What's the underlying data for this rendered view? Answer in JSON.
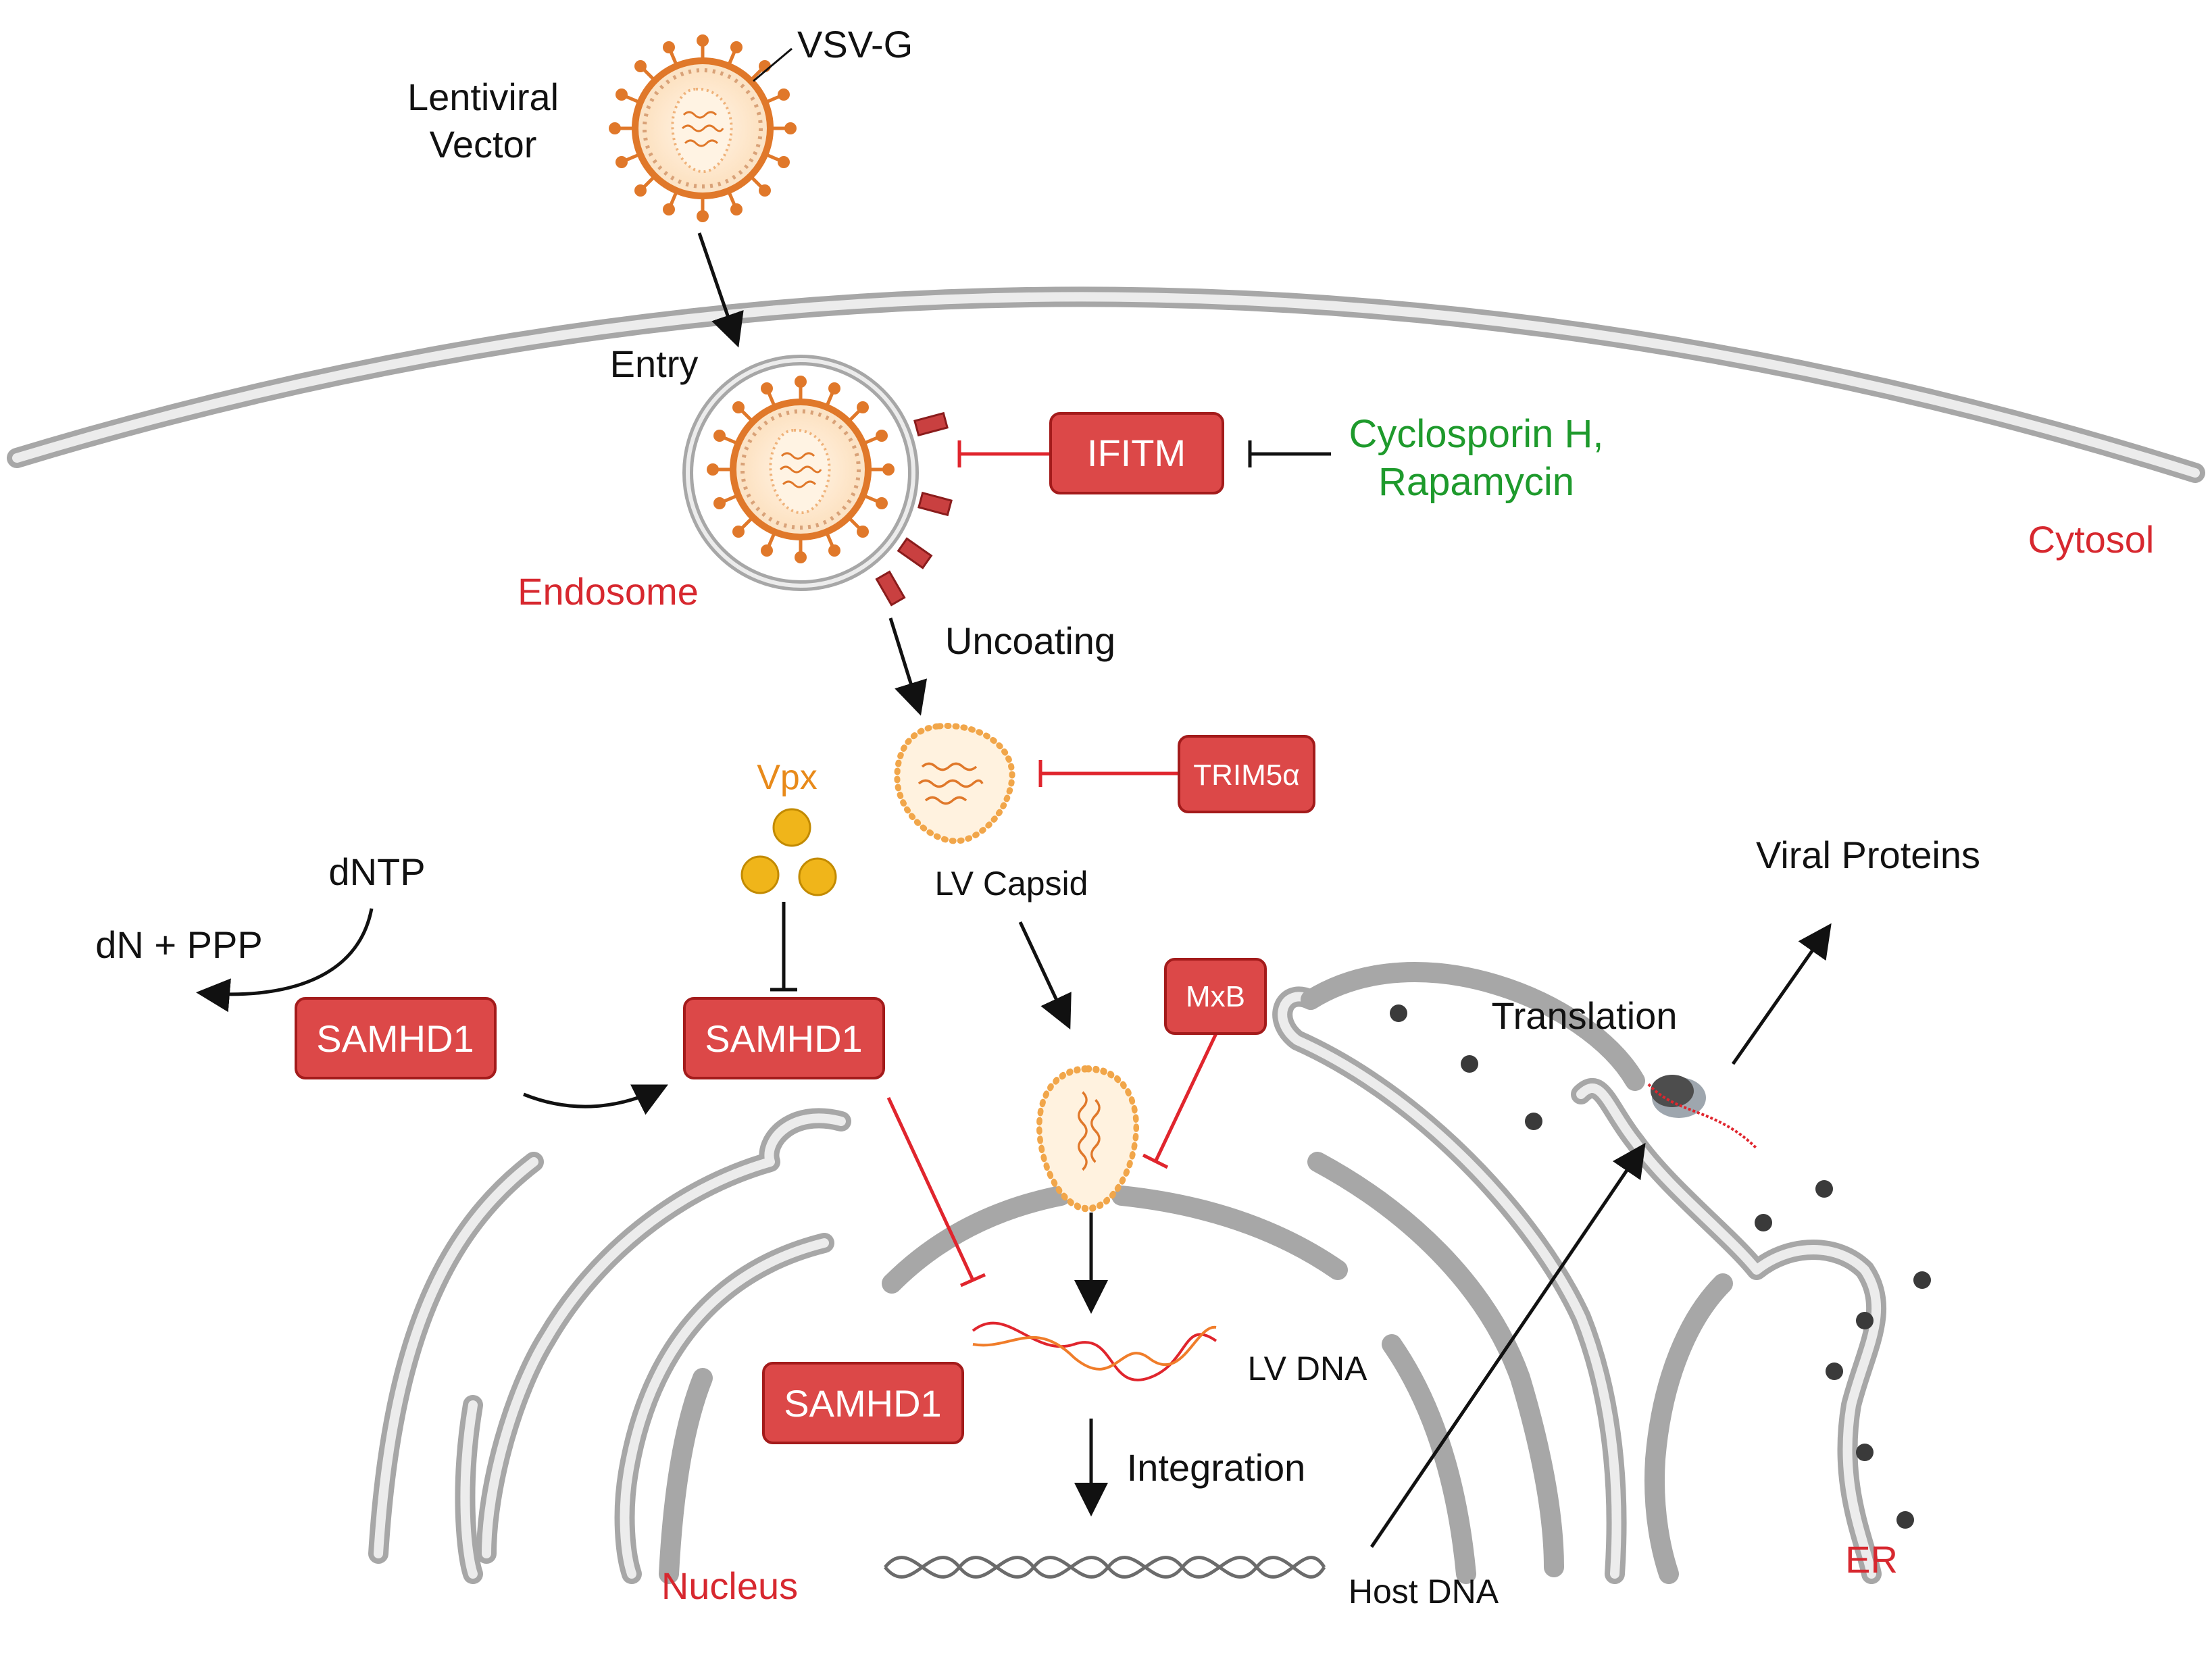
{
  "labels": {
    "vsvg": "VSV-G",
    "lentiviral_line1": "Lentiviral",
    "lentiviral_line2": "Vector",
    "entry": "Entry",
    "endosome": "Endosome",
    "ifitm": "IFITM",
    "cyclosporin_line1": "Cyclosporin H,",
    "cyclosporin_line2": "Rapamycin",
    "cytosol": "Cytosol",
    "uncoating": "Uncoating",
    "trim5a": "TRIM5α",
    "lv_capsid": "LV Capsid",
    "vpx": "Vpx",
    "dntp": "dNTP",
    "dn_ppp": "dN + PPP",
    "samhd1_a": "SAMHD1",
    "samhd1_b": "SAMHD1",
    "samhd1_c": "SAMHD1",
    "mxb": "MxB",
    "translation": "Translation",
    "viral_proteins": "Viral Proteins",
    "lv_dna": "LV DNA",
    "integration": "Integration",
    "host_dna": "Host DNA",
    "nucleus": "Nucleus",
    "er": "ER"
  },
  "colors": {
    "restriction_factor": "#dc4848",
    "inhibition": "#e0252d",
    "drug_text": "#1e9a2c",
    "vpx_text": "#e88a1a",
    "compartment_text": "#d7282f",
    "membrane": "#a7a7a7",
    "virus_orange": "#e0782a"
  }
}
